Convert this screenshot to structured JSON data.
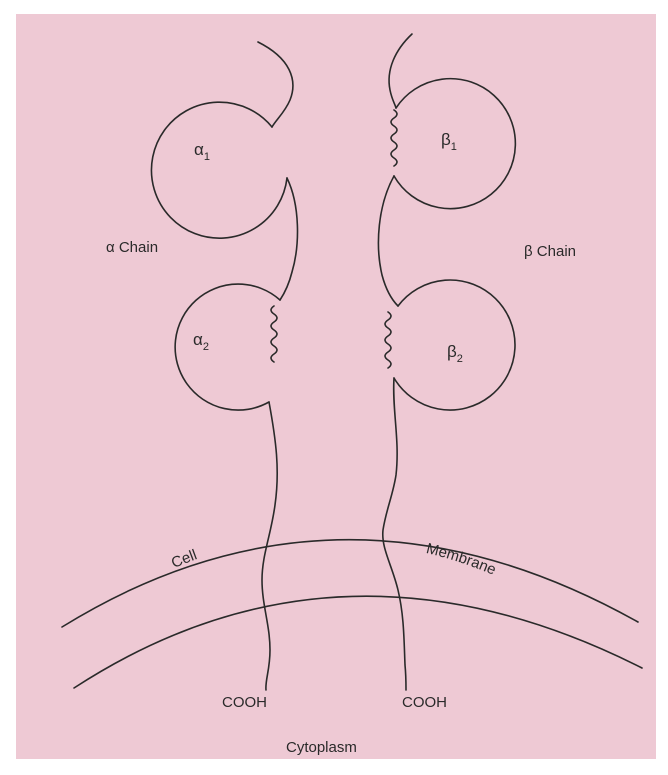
{
  "colors": {
    "panel_background": "#eec9d4",
    "frame_background": "#ffffff",
    "line": "#2a2a2a"
  },
  "alpha": {
    "chain_label": "α Chain",
    "domain_1": {
      "symbol": "α",
      "sub": "1"
    },
    "domain_2": {
      "symbol": "α",
      "sub": "2"
    },
    "terminus": "COOH"
  },
  "beta": {
    "chain_label": "β Chain",
    "domain_1": {
      "symbol": "β",
      "sub": "1"
    },
    "domain_2": {
      "symbol": "β",
      "sub": "2"
    },
    "terminus": "COOH"
  },
  "membrane": {
    "left_word": "Cell",
    "right_word": "Membrane"
  },
  "cytoplasm_label": "Cytoplasm"
}
